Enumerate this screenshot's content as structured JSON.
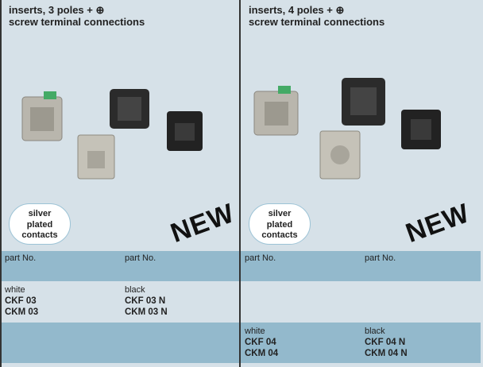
{
  "left": {
    "title_line1": "inserts, 3 poles + ⊕",
    "title_line2": "screw terminal connections",
    "badge": [
      "silver",
      "plated",
      "contacts"
    ],
    "new_label": "NEW"
  },
  "right": {
    "title_line1": "inserts, 4 poles + ⊕",
    "title_line2": "screw terminal connections",
    "badge": [
      "silver",
      "plated",
      "contacts"
    ],
    "new_label": "NEW"
  },
  "table": {
    "header": [
      "part No.",
      "part No.",
      "part No.",
      "part No."
    ],
    "poles3": {
      "white": {
        "color": "white",
        "codes": [
          "CKF 03",
          "CKM 03"
        ]
      },
      "black": {
        "color": "black",
        "codes": [
          "CKF 03 N",
          "CKM 03 N"
        ]
      }
    },
    "poles4": {
      "white": {
        "color": "white",
        "codes": [
          "CKF 04",
          "CKM 04"
        ]
      },
      "black": {
        "color": "black",
        "codes": [
          "CKF 04 N",
          "CKM 04 N"
        ]
      }
    }
  },
  "colors": {
    "background": "#d6e1e8",
    "band": "#93b9cc"
  }
}
